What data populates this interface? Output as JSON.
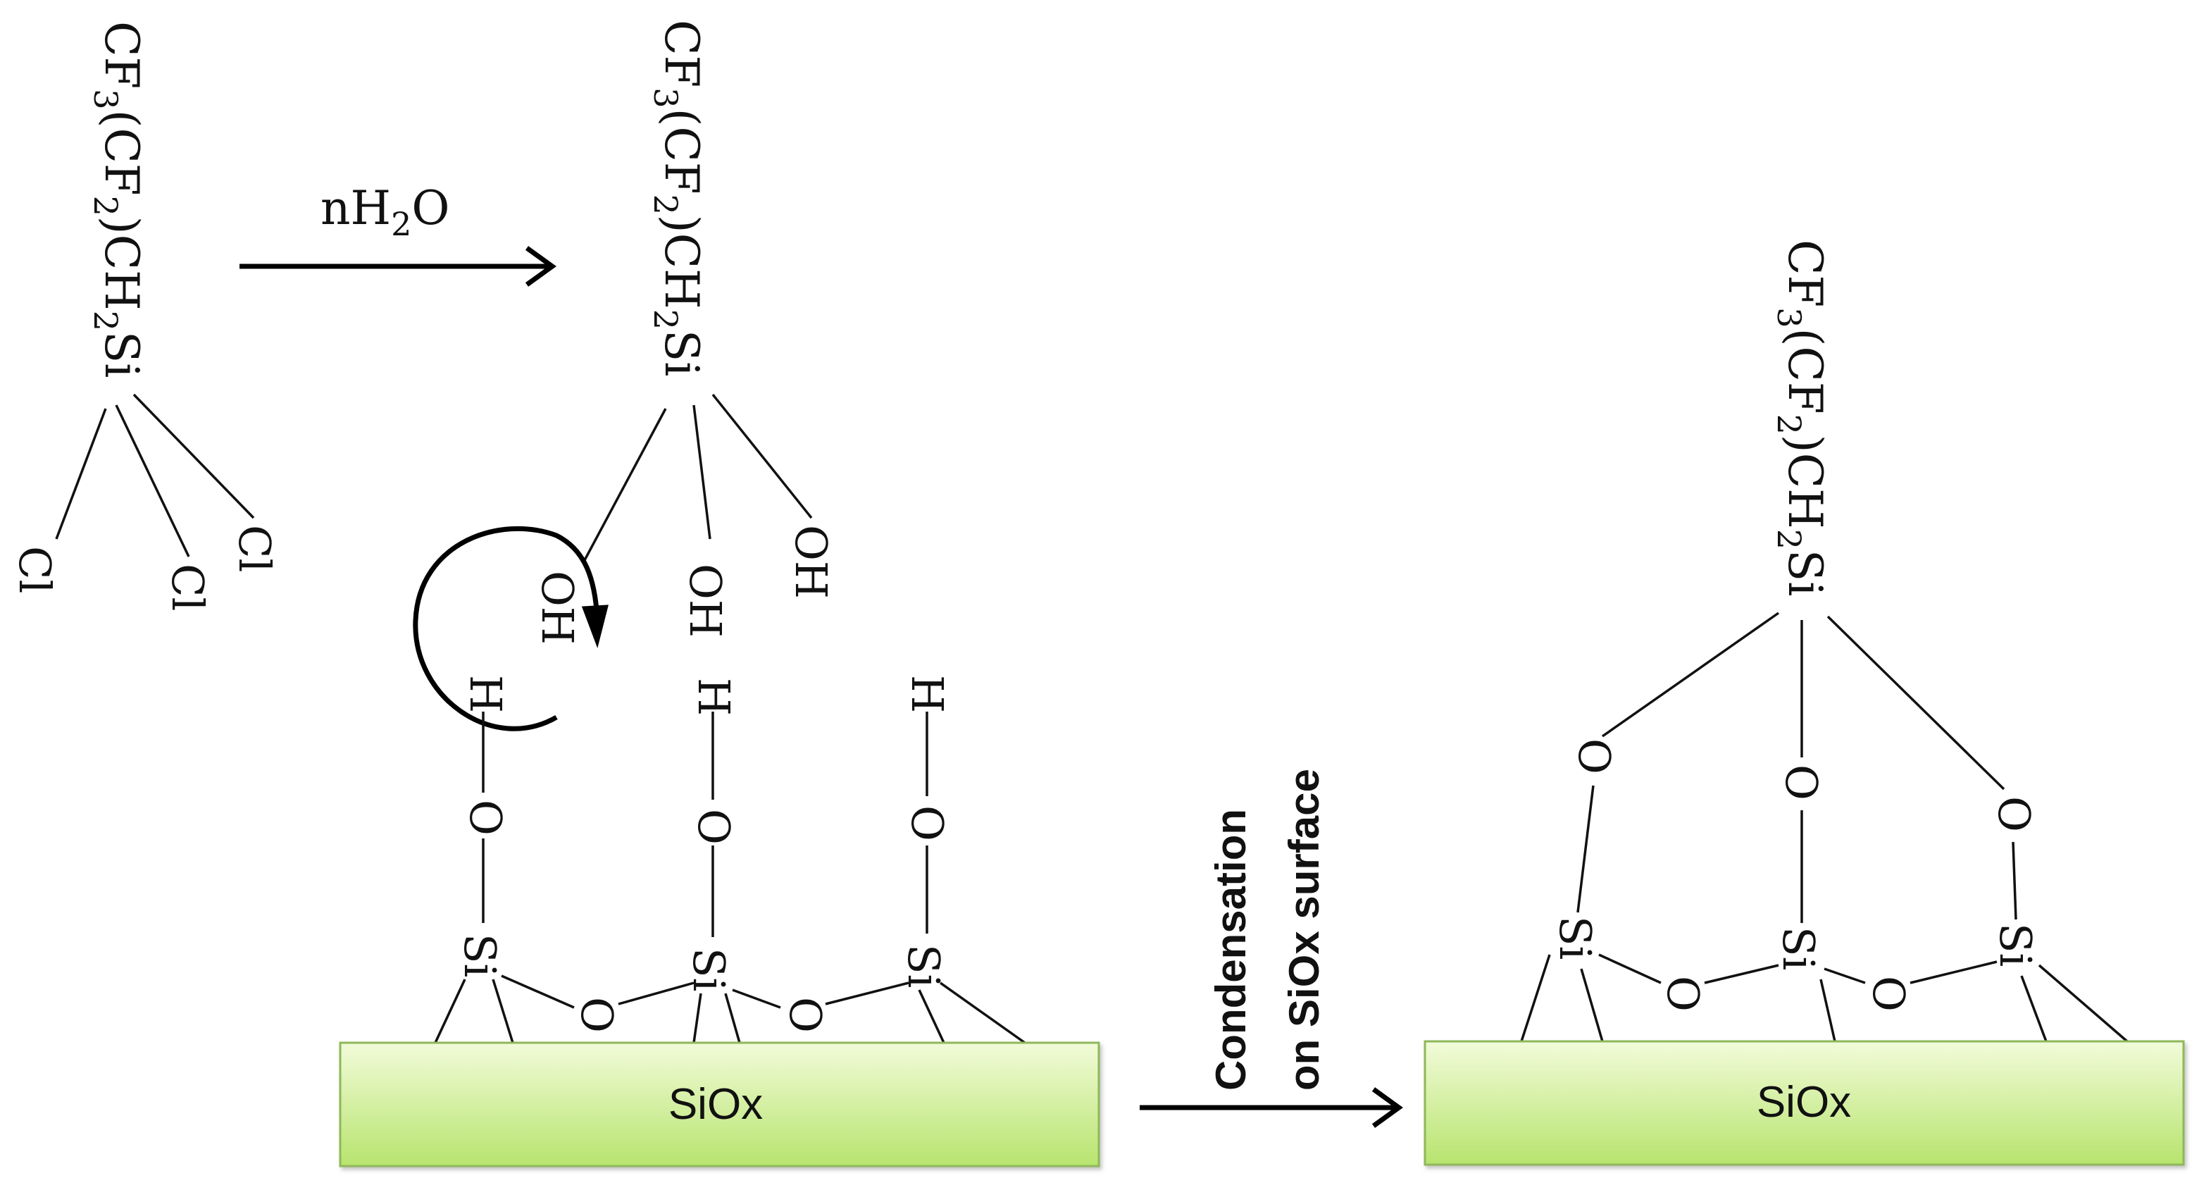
{
  "reactant": {
    "chain_parts": [
      "CF",
      "3",
      "(CF",
      "2",
      ")CH",
      "2",
      "Si"
    ],
    "substituents": [
      "Cl",
      "Cl",
      "Cl"
    ]
  },
  "hydrolysis": {
    "reagent_parts": [
      "nH",
      "2",
      "O"
    ]
  },
  "silanol": {
    "chain_parts": [
      "CF",
      "3",
      "(CF",
      "2",
      ")CH",
      "2",
      "Si"
    ],
    "substituents": [
      "OH",
      "OH",
      "OH"
    ]
  },
  "surface_left": {
    "hydrogens": [
      "H",
      "H",
      "H"
    ],
    "oxygens": [
      "O",
      "O",
      "O"
    ],
    "silicons": [
      "Si",
      "Si",
      "Si"
    ],
    "bridge_oxygens": [
      "O",
      "O"
    ],
    "substrate_label": "SiOx"
  },
  "condensation": {
    "line1": "Condensation",
    "line2": "on SiOx surface"
  },
  "product": {
    "chain_parts": [
      "CF",
      "3",
      "(CF",
      "2",
      ")CH",
      "2",
      "Si"
    ],
    "oxygens": [
      "O",
      "O",
      "O"
    ],
    "silicons": [
      "Si",
      "Si",
      "Si"
    ],
    "bridge_oxygens": [
      "O",
      "O"
    ],
    "substrate_label": "SiOx"
  },
  "colors": {
    "substrate_top": "#f2fbd9",
    "substrate_bottom": "#b7e46e",
    "substrate_border": "#8fb85a"
  }
}
